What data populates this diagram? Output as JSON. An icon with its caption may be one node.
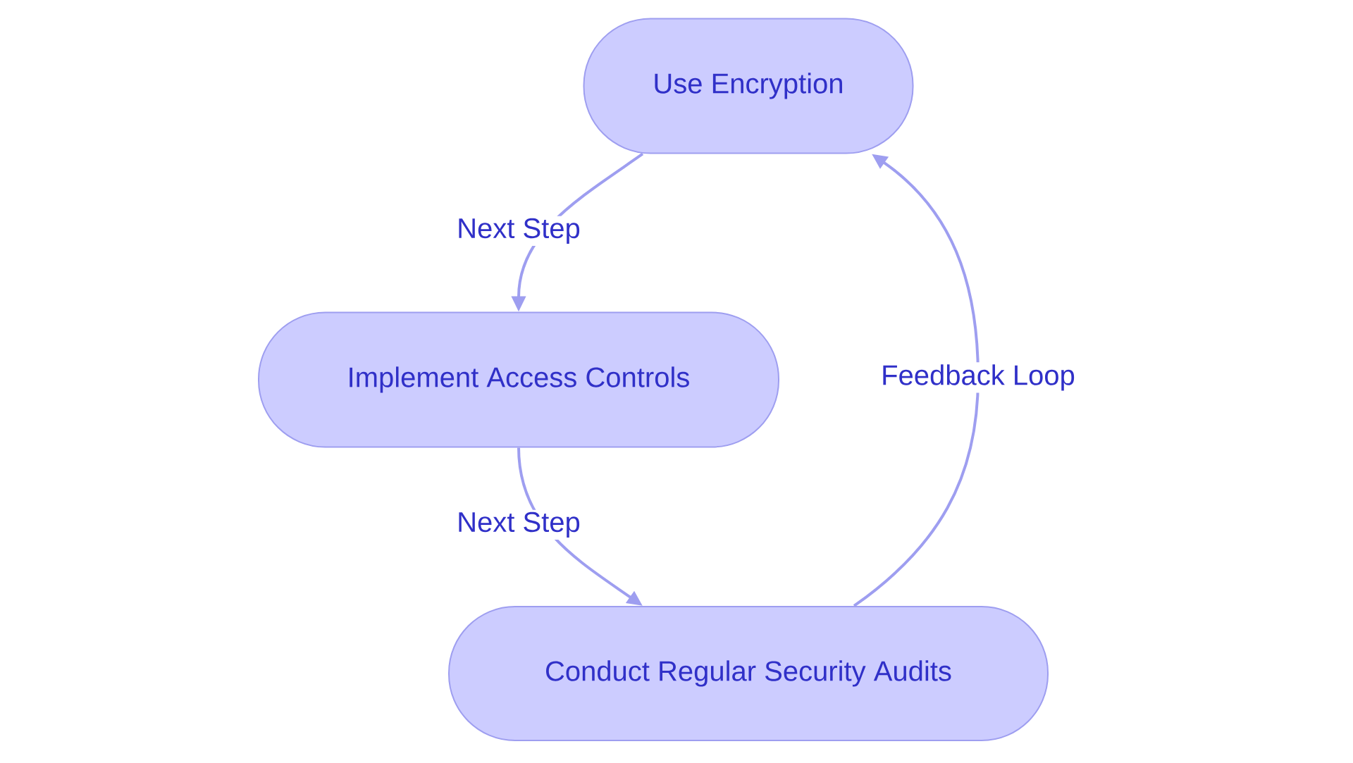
{
  "diagram": {
    "nodes": [
      {
        "text": [
          "Use Encryption"
        ]
      },
      {
        "text": [
          "Implement Access Controls"
        ]
      },
      {
        "text": [
          "Conduct Regular Security Audits"
        ]
      }
    ],
    "edges": [
      {
        "from": 0,
        "to": 1,
        "arrow": "to",
        "label": "Next Step"
      },
      {
        "from": 1,
        "to": 2,
        "arrow": "to",
        "label": "Next Step"
      },
      {
        "from": 2,
        "to": 0,
        "arrow": "to",
        "label": "Feedback Loop"
      }
    ]
  }
}
